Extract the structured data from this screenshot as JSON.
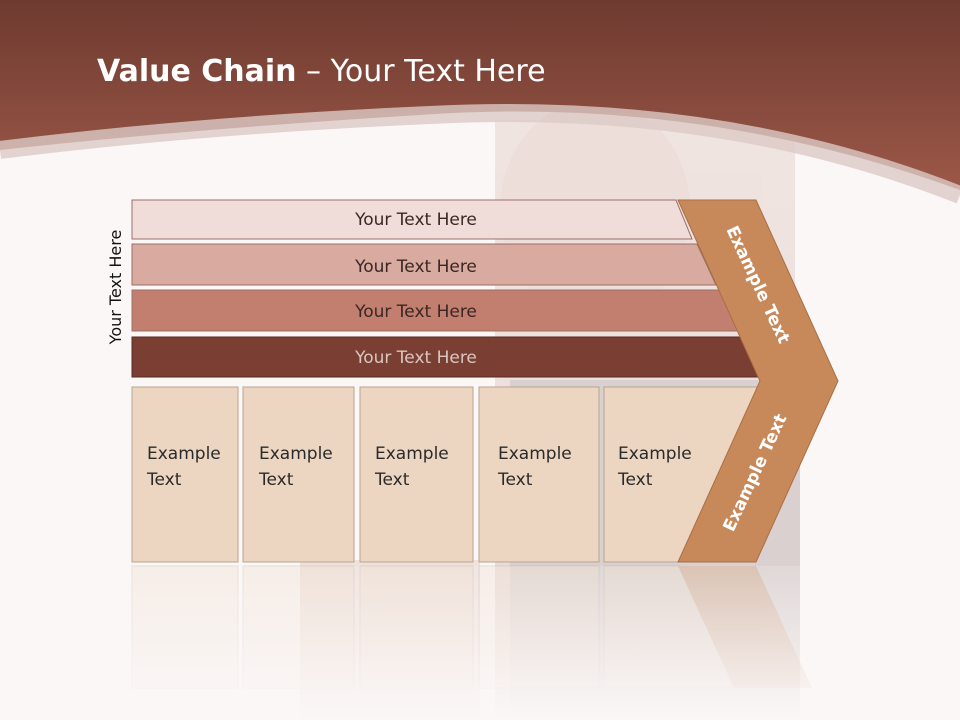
{
  "slide": {
    "title_bold": "Value Chain",
    "title_rest": " – Your Text Here",
    "side_label": "Your Text Here",
    "bars": [
      {
        "label": "Your Text Here",
        "color": "#f0dcd8"
      },
      {
        "label": "Your Text Here",
        "color": "#d8aaa0"
      },
      {
        "label": "Your Text Here",
        "color": "#c27e6f"
      },
      {
        "label": "Your Text Here",
        "color": "#7b3e33"
      }
    ],
    "bar_label_colors": [
      "#3a2622",
      "#3a2622",
      "#3a2622",
      "#d9c7c2"
    ],
    "cells": [
      {
        "line1": "Example",
        "line2": "Text"
      },
      {
        "line1": "Example",
        "line2": "Text"
      },
      {
        "line1": "Example",
        "line2": "Text"
      },
      {
        "line1": "Example",
        "line2": "Text"
      },
      {
        "line1": "Example",
        "line2": "Text"
      }
    ],
    "chevron_top_label": "Example Text",
    "chevron_bottom_label": "Example Text",
    "colors": {
      "header": "#8a4a3c",
      "cell_fill": "#ecd6c2",
      "chevron": "#c8895a"
    }
  }
}
